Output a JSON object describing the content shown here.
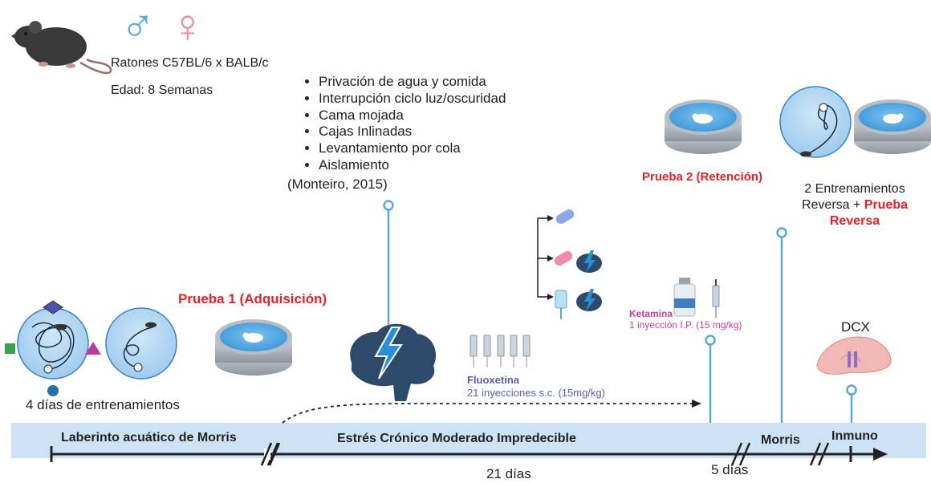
{
  "header": {
    "mice_label": "Ratones C57BL/6 x BALB/c",
    "age_label": "Edad: 8 Semanas",
    "male_symbol": "♂",
    "female_symbol": "♀"
  },
  "stressors": {
    "items": [
      "Privación de agua y comida",
      "Interrupción ciclo luz/oscuridad",
      "Cama mojada",
      "Cajas Inlinadas",
      "Levantamiento por cola",
      "Aislamiento"
    ],
    "citation": "(Monteiro, 2015)"
  },
  "training": {
    "label": "4 días de entrenamientos",
    "test1": "Prueba 1 (Adquisición)"
  },
  "retention": {
    "test2": "Prueba 2 (Retención)"
  },
  "reversal": {
    "line1": "2 Entrenamientos",
    "line2_prefix": "Reversa + ",
    "line2_red": "Prueba",
    "line3_red": "Reversa"
  },
  "drugs": {
    "fluoxetine_name": "Fluoxetina",
    "fluoxetine_dose": "21 inyecciones s.c. (15mg/kg)",
    "ketamine_name": "Ketamina",
    "ketamine_dose": "1 inyección I.P. (15 mg/kg)"
  },
  "dcx": {
    "label": "DCX"
  },
  "timeline": {
    "morris_maze": "Laberinto acuático de Morris",
    "stress": "Estrés Crónico Moderado Impredecible",
    "morris": "Morris",
    "immuno": "Inmuno",
    "days21": "21 días",
    "days5": "5 días"
  },
  "colors": {
    "band": "#cde3f5",
    "stem": "#5aa9d6",
    "red": "#e8202a",
    "male": "#5aa9d6",
    "female": "#f08aa2",
    "fluox": "#5a5fa8",
    "ketamine": "#c2409a",
    "brain_dark": "#2d4a6a",
    "bolt": "#2a8fd6"
  }
}
